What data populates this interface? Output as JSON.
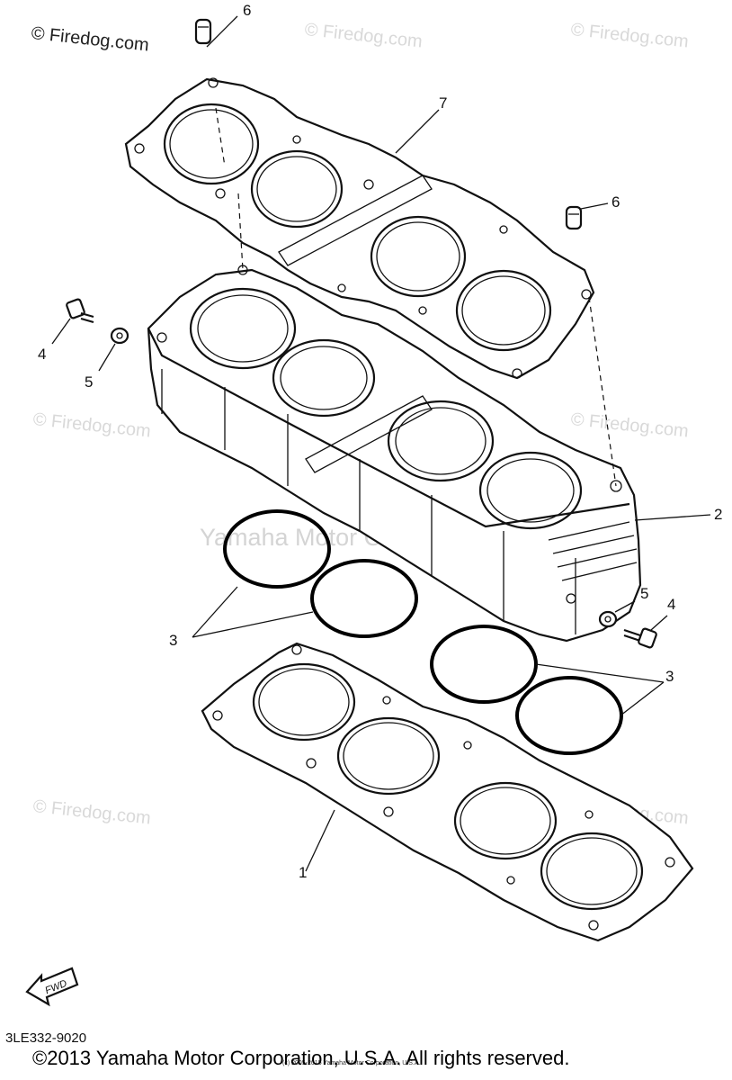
{
  "watermarks": {
    "top_left": "© Firedog.com",
    "generic": "© Firedog.com",
    "center": "Yamaha Motor Corp. U.S.A."
  },
  "callouts": {
    "c6_top": "6",
    "c7": "7",
    "c6_right": "6",
    "c4_left": "4",
    "c5_left": "5",
    "c2": "2",
    "c5_right": "5",
    "c4_right": "4",
    "c3_left": "3",
    "c3_right": "3",
    "c1": "1"
  },
  "fwd_label": "FWD",
  "part_code": "3LE332-9020",
  "small_copyright": "(c) 2005-2015 Yamaha Motor Corporation, U.S.A.",
  "copyright": "©2013 Yamaha Motor Corporation, U.S.A. All rights reserved."
}
